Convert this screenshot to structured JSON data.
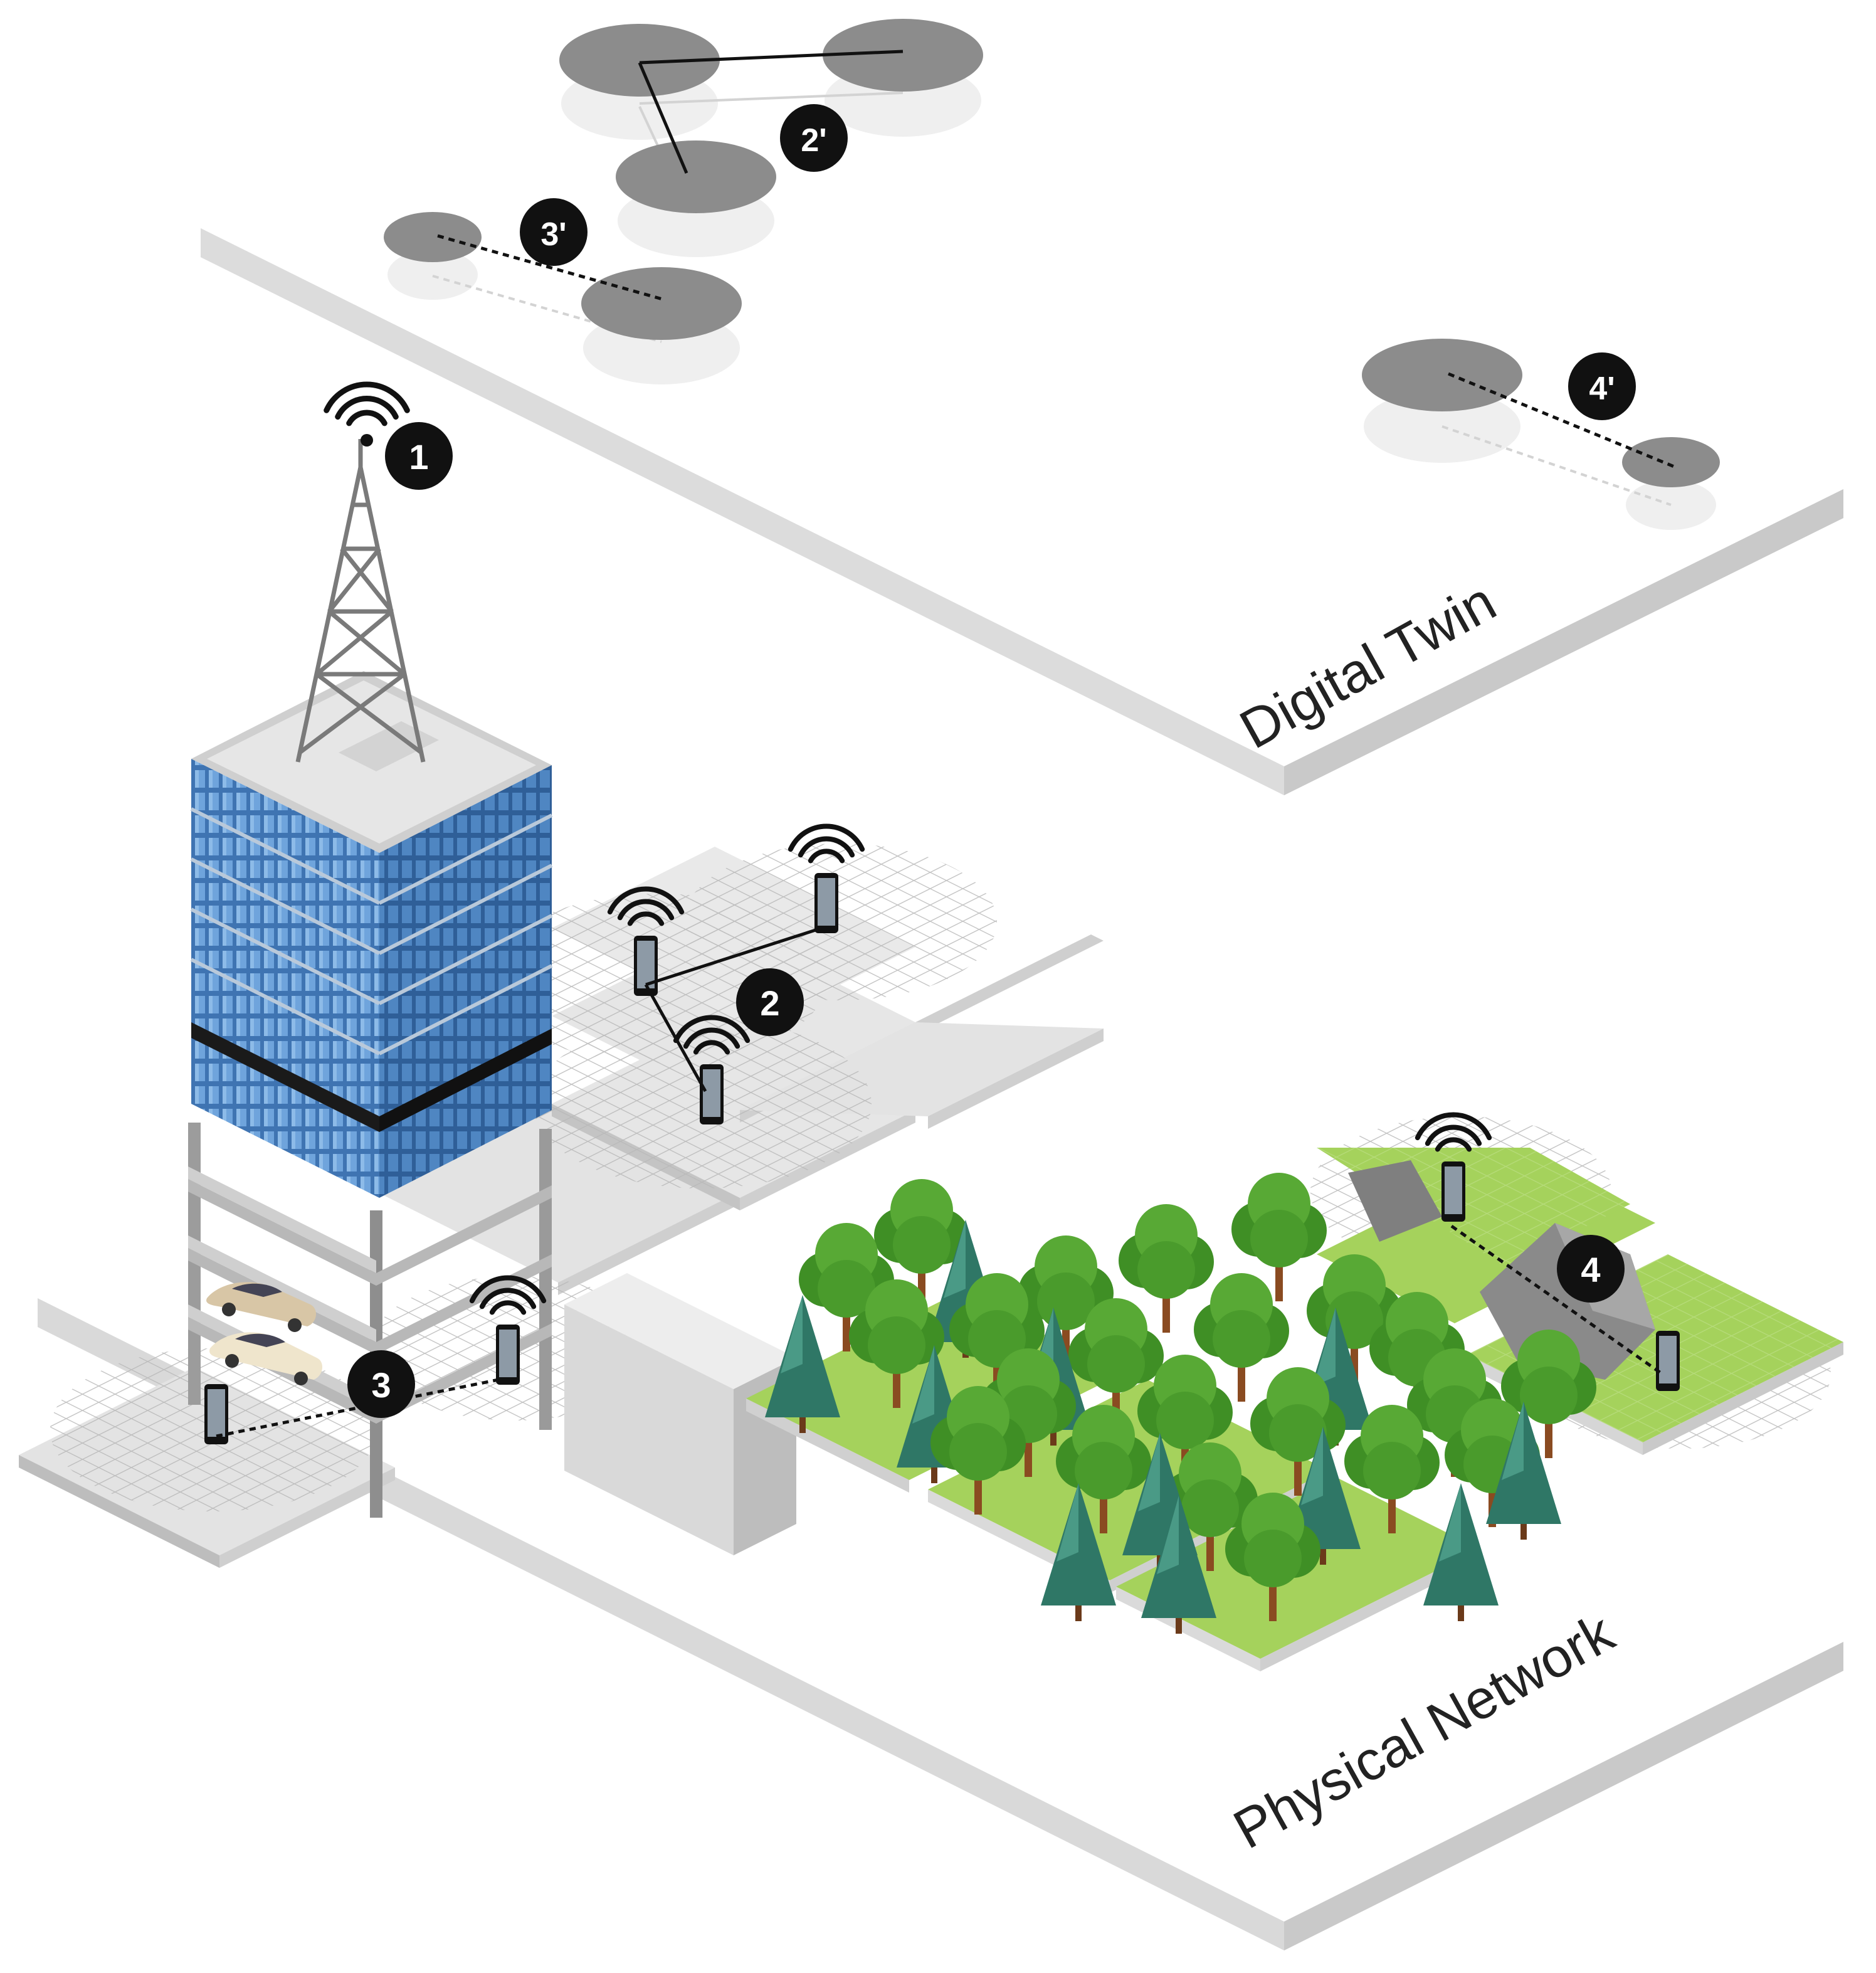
{
  "layers": {
    "digital_twin": "Digital Twin",
    "physical_network": "Physical Network"
  },
  "badges": {
    "b1": "1",
    "b2": "2",
    "b3": "3",
    "b4": "4",
    "b2p": "2'",
    "b3p": "3'",
    "b4p": "4'"
  },
  "colors": {
    "platform_top": "#f4f4f4",
    "platform_side": "#d6d6d6",
    "twin_node": "#8c8c8c",
    "twin_shadow": "#ececec",
    "badge": "#111111",
    "tile_gray": "#e2e2e2",
    "grass": "#9dcc52",
    "tree_leaf": "#4c9c2d",
    "pine": "#3f8a78",
    "building_glass": "#4f87c4",
    "rock": "#8a8a8a"
  },
  "icons": [
    "antenna-tower-icon",
    "smartphone-icon",
    "wifi-signal-icon",
    "car-icon",
    "tree-icon",
    "pine-tree-icon",
    "rock-icon"
  ]
}
